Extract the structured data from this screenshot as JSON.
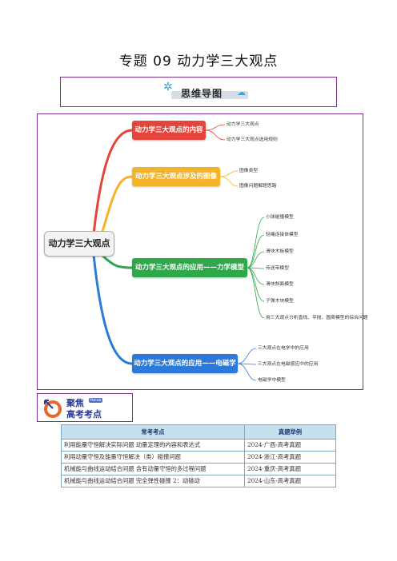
{
  "title": "专题 09    动力学三大观点",
  "banner": {
    "label": "思维导图"
  },
  "mindmap": {
    "root": "动力学三大观点",
    "branches": [
      {
        "label": "动力学三大观点的内容",
        "color": "#e5443a",
        "leaves": [
          "动力学三大观点",
          "动力学三大观点选用规则"
        ]
      },
      {
        "label": "动力学三大观点涉及的图像",
        "color": "#f3b42a",
        "leaves": [
          "图像类型",
          "图像问题解题思路"
        ]
      },
      {
        "label": "动力学三大观点的应用——力学模型",
        "color": "#2ea84a",
        "leaves": [
          "小球碰撞模型",
          "轻绳连接体模型",
          "滑块木板模型",
          "传送带模型",
          "滑块斜面模型",
          "子弹木块模型",
          "用三大观点分析直线、平抛、圆周模型的综合问题"
        ]
      },
      {
        "label": "动力学三大观点的应用——电磁学",
        "color": "#2b79d8",
        "leaves": [
          "三大观点在电学中的应用",
          "三大观点在电磁感应中的应用",
          "电磁学中模型"
        ]
      }
    ]
  },
  "logo": {
    "line1": "聚焦",
    "line2": "高考考点",
    "tag": "focus"
  },
  "table": {
    "headers": [
      "常考考点",
      "真题举例"
    ],
    "rows": [
      [
        "利用能量守恒解决实际问题 动量定理的内容和表达式",
        "2024·广西·高考真题"
      ],
      [
        "利用动量守恒及能量守恒解决（类）碰撞问题",
        "2024·浙江·高考真题"
      ],
      [
        "机械能与曲线运动结合问题 含有动量守恒的多过程问题",
        "2024·重庆·高考真题"
      ],
      [
        "机械能与曲线运动结合问题 完全弹性碰撞 2：动碰动",
        "2024·山东·高考真题"
      ]
    ]
  }
}
